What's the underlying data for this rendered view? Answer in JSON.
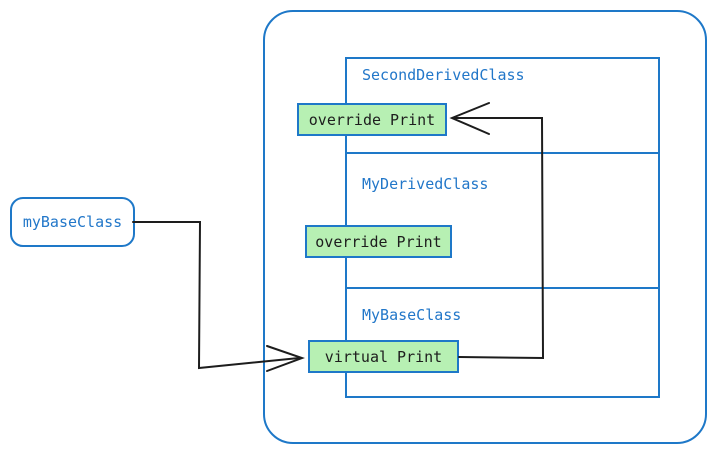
{
  "colors": {
    "blue": "#1e78c8",
    "blue_text": "#2277c9",
    "green_fill": "#b7f0b3",
    "line": "#1d1d1d",
    "background": "#ffffff"
  },
  "base_object": {
    "label": "myBaseClass"
  },
  "container": {
    "classes": [
      {
        "title": "SecondDerivedClass",
        "method": "override Print"
      },
      {
        "title": "MyDerivedClass",
        "method": "override Print"
      },
      {
        "title": "MyBaseClass",
        "method": "virtual Print"
      }
    ]
  }
}
